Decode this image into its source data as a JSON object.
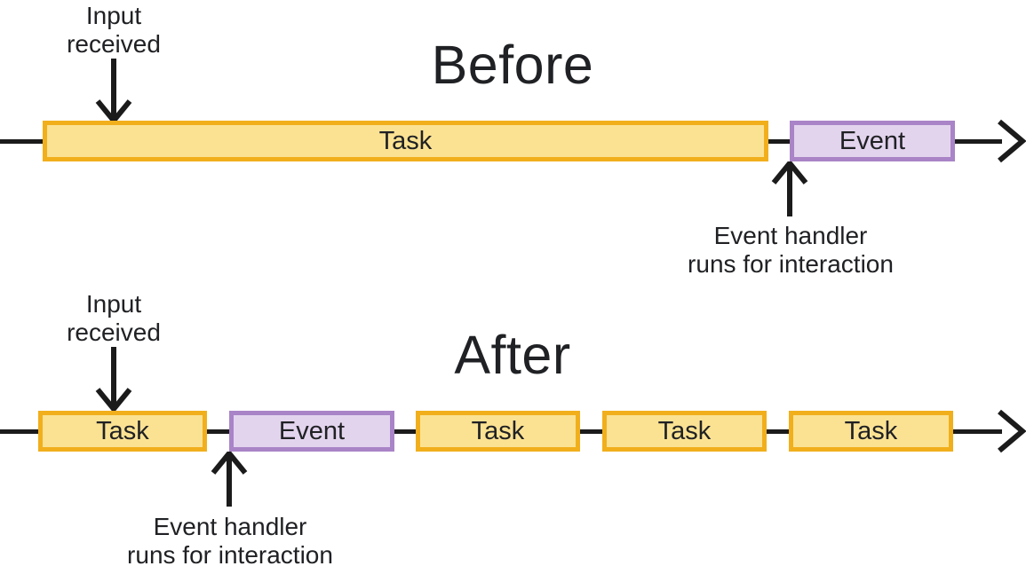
{
  "colors": {
    "task_fill": "#FBE293",
    "task_border": "#F1AF1C",
    "event_fill": "#E3D4EE",
    "event_border": "#A984C7",
    "line": "#1B1B1B",
    "text": "#202124"
  },
  "icons": {
    "timeline_arrowhead": "chevron-right",
    "input_arrow": "arrow-down",
    "handler_arrow": "arrow-up"
  },
  "before": {
    "title": "Before",
    "input_label": {
      "line1": "Input",
      "line2": "received"
    },
    "handler_label": {
      "line1": "Event handler",
      "line2": "runs for interaction"
    },
    "segments": [
      {
        "type": "task",
        "label": "Task"
      },
      {
        "type": "event",
        "label": "Event"
      }
    ]
  },
  "after": {
    "title": "After",
    "input_label": {
      "line1": "Input",
      "line2": "received"
    },
    "handler_label": {
      "line1": "Event handler",
      "line2": "runs for interaction"
    },
    "segments": [
      {
        "type": "task",
        "label": "Task"
      },
      {
        "type": "event",
        "label": "Event"
      },
      {
        "type": "task",
        "label": "Task"
      },
      {
        "type": "task",
        "label": "Task"
      },
      {
        "type": "task",
        "label": "Task"
      }
    ]
  }
}
